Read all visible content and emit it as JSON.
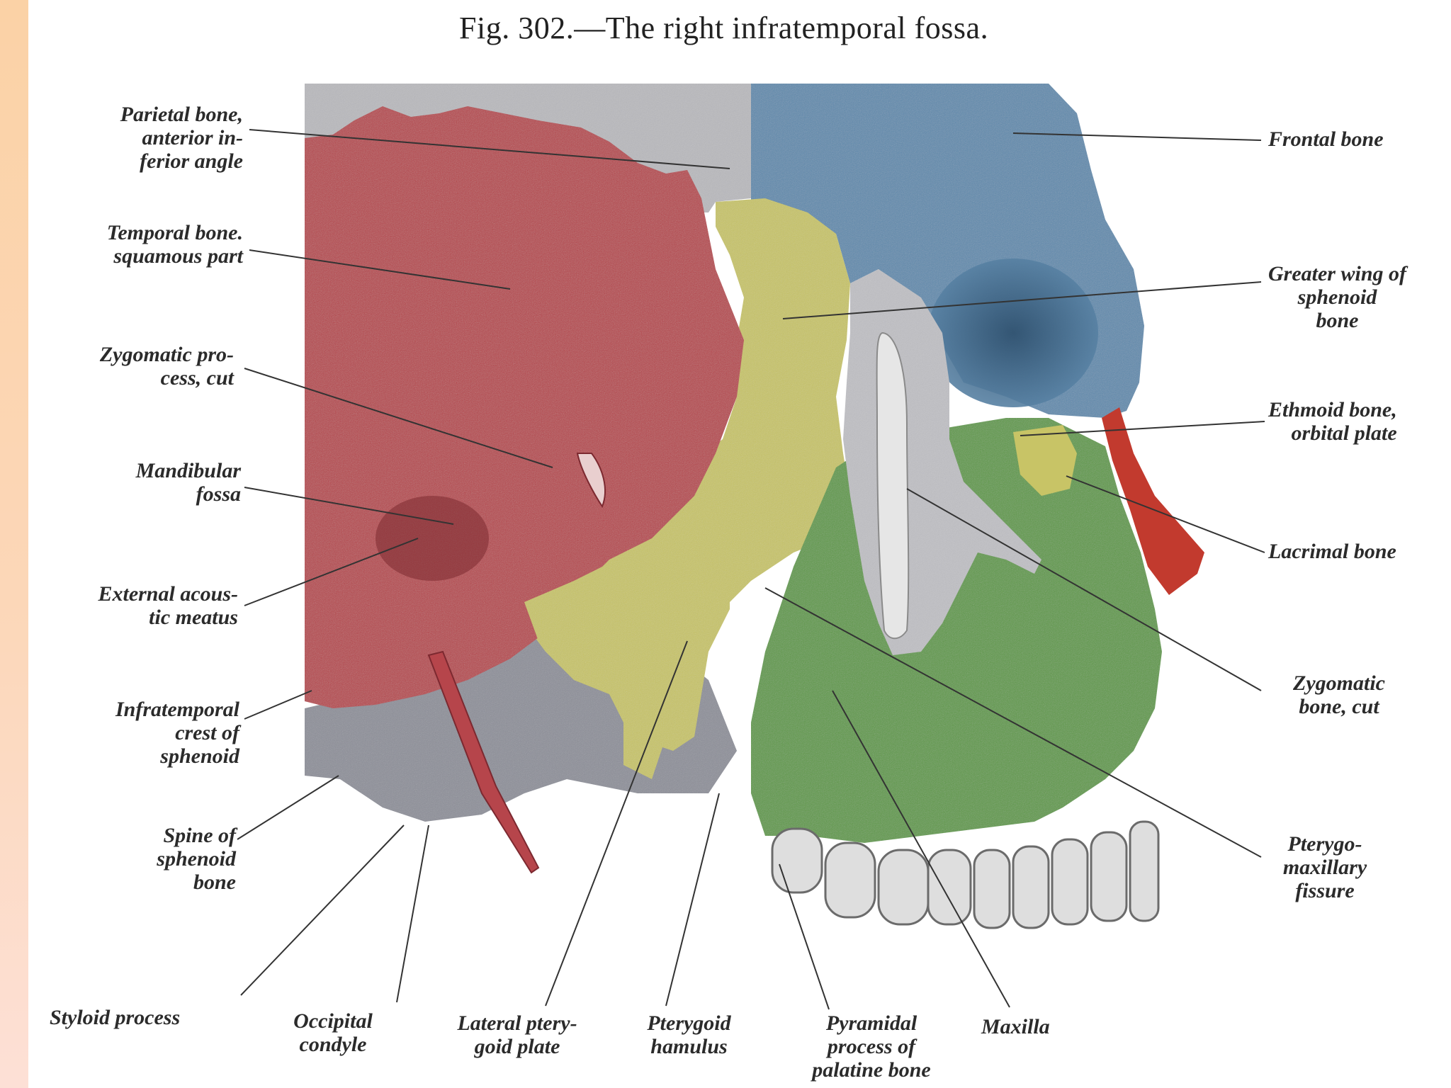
{
  "figure": {
    "title": "Fig. 302.—The right infratemporal fossa."
  },
  "labels": {
    "parietal": "Parietal bone,\nanterior in-\nferior angle",
    "temporal": "Temporal bone.\nsquamous part",
    "zygomatic_process": "Zygomatic pro-\ncess, cut",
    "mandibular_fossa": "Mandibular\nfossa",
    "external_acoustic": "External acous-\ntic meatus",
    "infratemporal_crest": "Infratemporal\ncrest of\nsphenoid",
    "spine_sphenoid": "Spine of\nsphenoid\nbone",
    "styloid": "Styloid process",
    "occipital": "Occipital\ncondyle",
    "lateral_pterygoid": "Lateral ptery-\ngoid plate",
    "pterygoid_hamulus": "Pterygoid\nhamulus",
    "pyramidal": "Pyramidal\nprocess of\npalatine bone",
    "maxilla": "Maxilla",
    "frontal": "Frontal bone",
    "greater_wing": "Greater wing of\nsphenoid\nbone",
    "ethmoid": "Ethmoid bone,\norbital plate",
    "lacrimal": "Lacrimal bone",
    "zygomatic_bone": "Zygomatic\nbone, cut",
    "pterygomaxillary": "Pterygo-\nmaxillary\nfissure"
  },
  "colors": {
    "temporal_red": "#b6454b",
    "sphenoid_yellow": "#c8c466",
    "frontal_blue": "#5f8aad",
    "maxilla_green": "#5f9a47",
    "bone_grey": "#b9b9bd",
    "occipital_grey": "#8d8f99",
    "lacrimal_red": "#c23a2e",
    "teeth": "#dedede"
  }
}
